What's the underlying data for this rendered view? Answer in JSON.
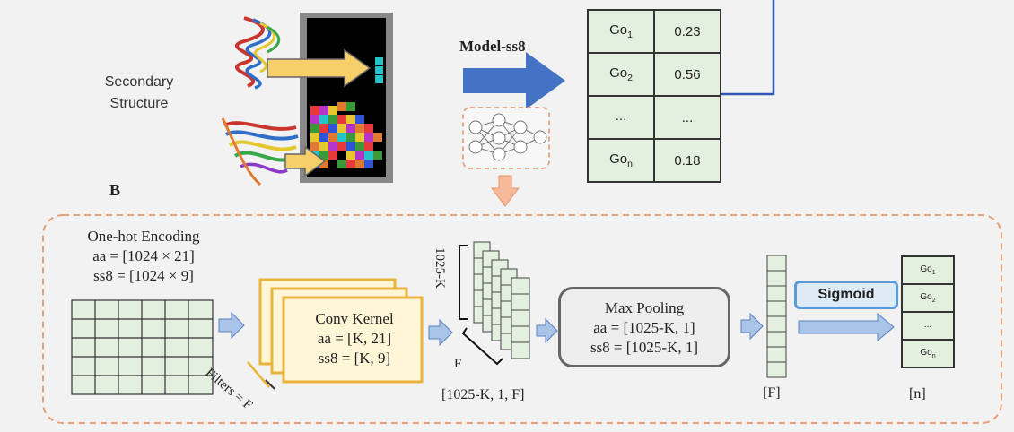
{
  "secondary_structure_label": [
    "Secondary",
    "Structure"
  ],
  "model_label": "Model-ss8",
  "go_table": {
    "rows": [
      {
        "term": "Go",
        "sub": "1",
        "value": "0.23"
      },
      {
        "term": "Go",
        "sub": "2",
        "value": "0.56"
      },
      {
        "term": "...",
        "sub": "",
        "value": "..."
      },
      {
        "term": "Go",
        "sub": "n",
        "value": "0.18"
      }
    ]
  },
  "section_label": "B",
  "onehot": {
    "title": "One-hot Encoding",
    "aa": "aa = [1024 × 21]",
    "ss8": "ss8 = [1024 × 9]"
  },
  "filters_label": "Filters = F",
  "conv_kernel": {
    "title": "Conv Kernel",
    "aa": "aa = [K, 21]",
    "ss8": "ss8 = [K, 9]"
  },
  "conv_output": {
    "height_label": "1025-K",
    "depth_label": "F",
    "shape_label": "[1025-K, 1, F]"
  },
  "max_pooling": {
    "title": "Max Pooling",
    "aa": "aa = [1025-K, 1]",
    "ss8": "ss8 = [1025-K, 1]"
  },
  "f_vector_label": "[F]",
  "sigmoid_label": "Sigmoid",
  "output_table": {
    "rows": [
      {
        "term": "Go",
        "sub": "1"
      },
      {
        "term": "Go",
        "sub": "2"
      },
      {
        "term": "...",
        "sub": ""
      },
      {
        "term": "Go",
        "sub": "n"
      }
    ]
  },
  "n_label": "[n]",
  "colors": {
    "blue_arrow": "#4472c4",
    "dashed_orange": "#e8a07a",
    "green_cell": "#e3efdf",
    "yellow_card": "#e9b43c",
    "light_blue": "#ddebf7"
  }
}
